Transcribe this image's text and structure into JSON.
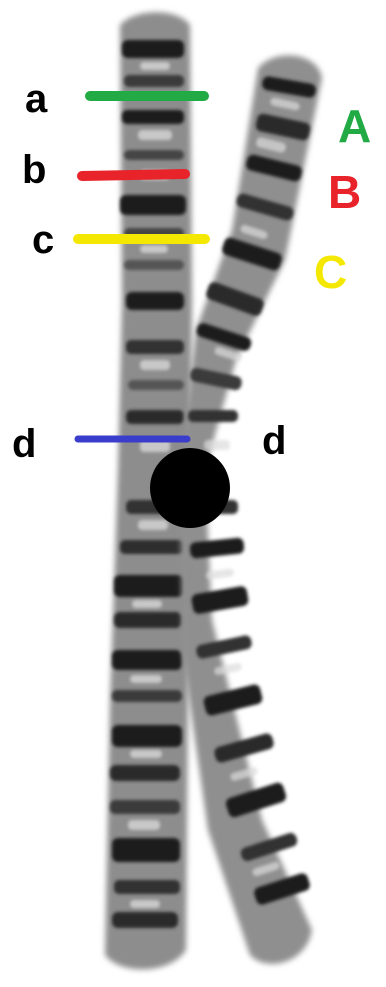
{
  "labels_left": {
    "a": "a",
    "b": "b",
    "c": "c",
    "d": "d"
  },
  "labels_right": {
    "A": "A",
    "B": "B",
    "C": "C",
    "d": "d"
  },
  "colors": {
    "a": "#22aa44",
    "b": "#e8232a",
    "c": "#f5e800",
    "d": "#3a3ccc",
    "centromere": "#000000",
    "chromatid_fill": "#9a9a9a",
    "band_dark": "#1a1a1a",
    "band_light": "#d9d9d9"
  }
}
